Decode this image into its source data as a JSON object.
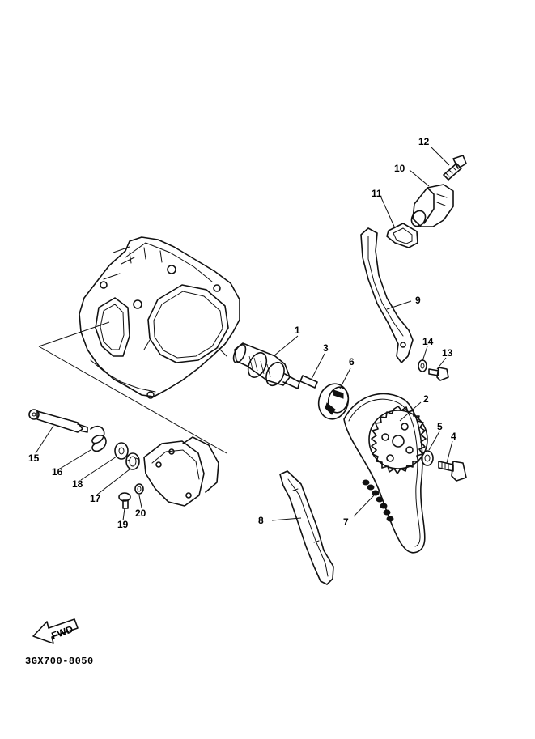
{
  "diagram": {
    "callouts": [
      {
        "id": "c1",
        "text": "1"
      },
      {
        "id": "c2",
        "text": "2"
      },
      {
        "id": "c3",
        "text": "3"
      },
      {
        "id": "c4",
        "text": "4"
      },
      {
        "id": "c5",
        "text": "5"
      },
      {
        "id": "c6",
        "text": "6"
      },
      {
        "id": "c7",
        "text": "7"
      },
      {
        "id": "c8",
        "text": "8"
      },
      {
        "id": "c9",
        "text": "9"
      },
      {
        "id": "c10",
        "text": "10"
      },
      {
        "id": "c11",
        "text": "11"
      },
      {
        "id": "c12",
        "text": "12"
      },
      {
        "id": "c13",
        "text": "13"
      },
      {
        "id": "c14",
        "text": "14"
      },
      {
        "id": "c15",
        "text": "15"
      },
      {
        "id": "c16",
        "text": "16"
      },
      {
        "id": "c17",
        "text": "17"
      },
      {
        "id": "c18",
        "text": "18"
      },
      {
        "id": "c19",
        "text": "19"
      },
      {
        "id": "c20",
        "text": "20"
      }
    ],
    "fwd_label": "FWD",
    "diagram_code": "3GX700-8050"
  }
}
